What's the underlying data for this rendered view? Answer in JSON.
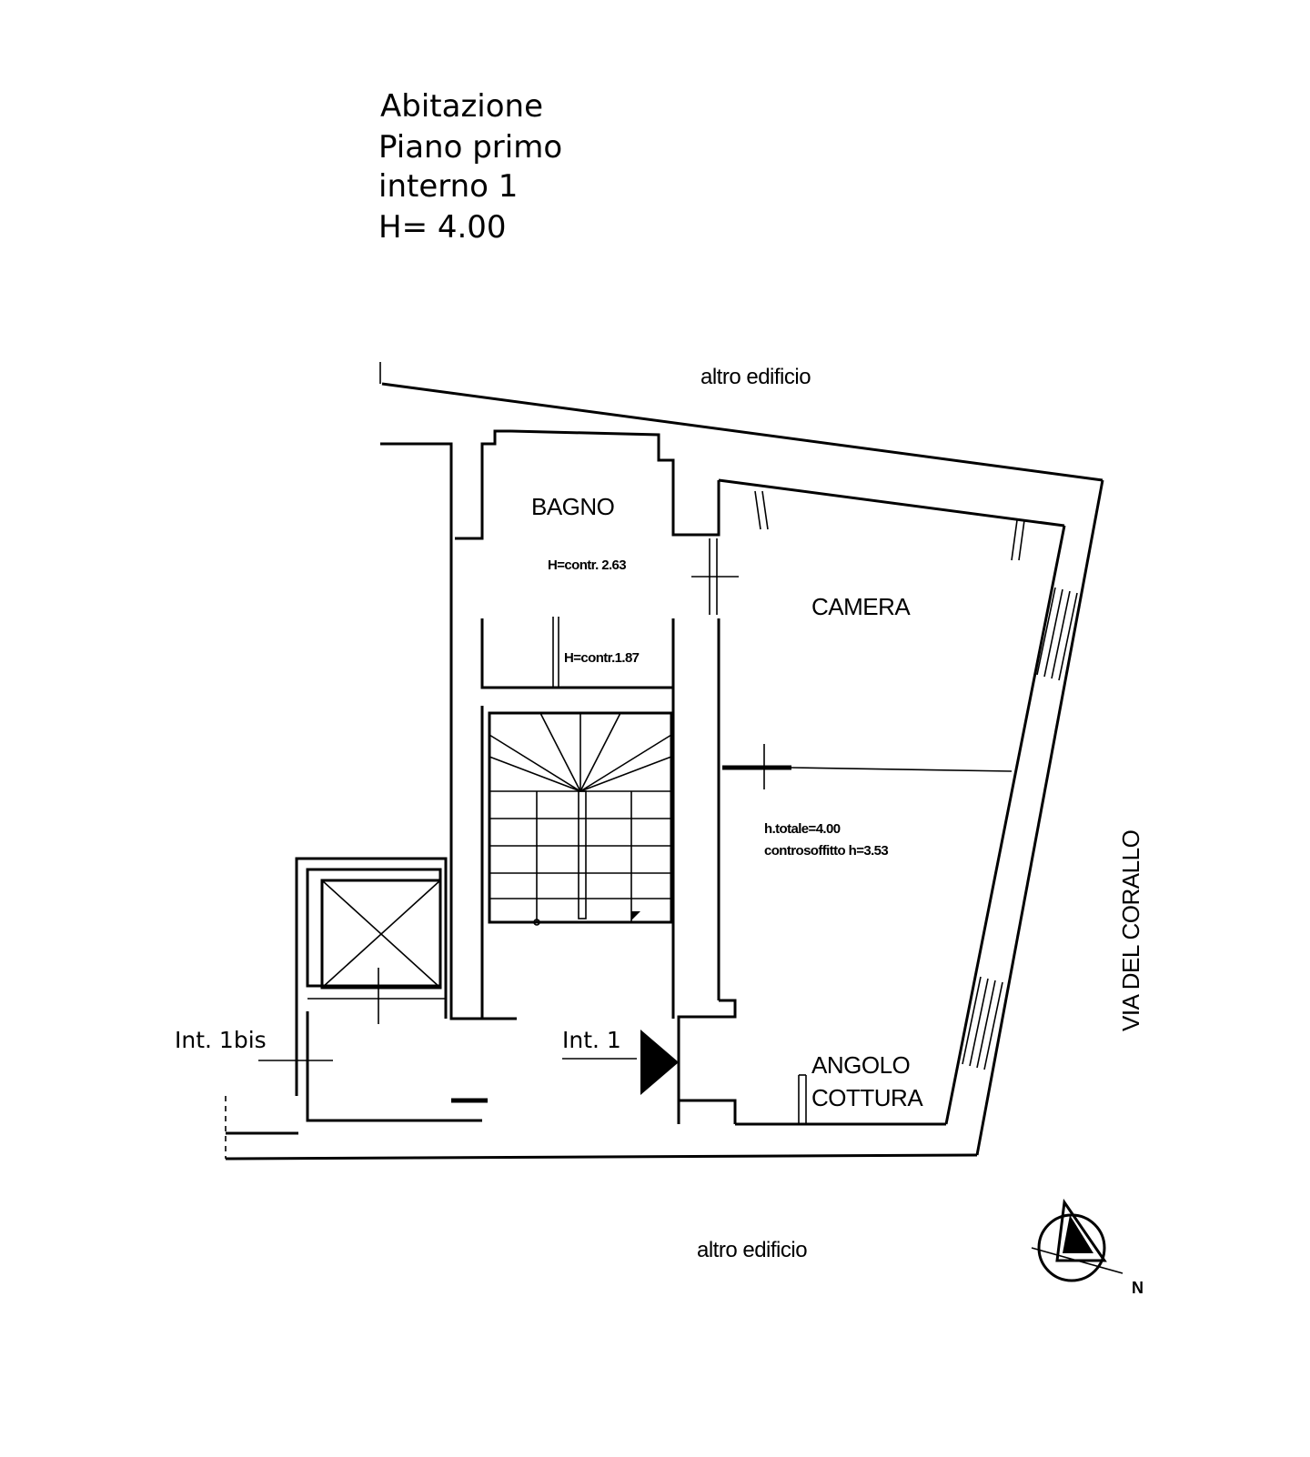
{
  "header": {
    "lines": [
      "Abitazione",
      "Piano primo",
      "interno 1",
      "H= 4.00"
    ]
  },
  "surroundings": {
    "top": "altro edificio",
    "bottom": "altro edificio",
    "street": "VIA DEL CORALLO"
  },
  "rooms": {
    "bagno": {
      "name": "BAGNO",
      "note_1": "H=contr. 2.63",
      "note_2": "H=contr.1.87"
    },
    "camera": {
      "name": "CAMERA"
    },
    "living": {
      "note_1": "h.totale=4.00",
      "note_2": "controsoffitto h=3.53"
    },
    "cucina": {
      "line_1": "ANGOLO",
      "line_2": "COTTURA"
    }
  },
  "entrances": {
    "int_1bis": "Int. 1bis",
    "int_1": "Int. 1"
  },
  "compass": {
    "north_label": "N"
  },
  "colors": {
    "ink": "#000000",
    "paper": "#ffffff"
  }
}
